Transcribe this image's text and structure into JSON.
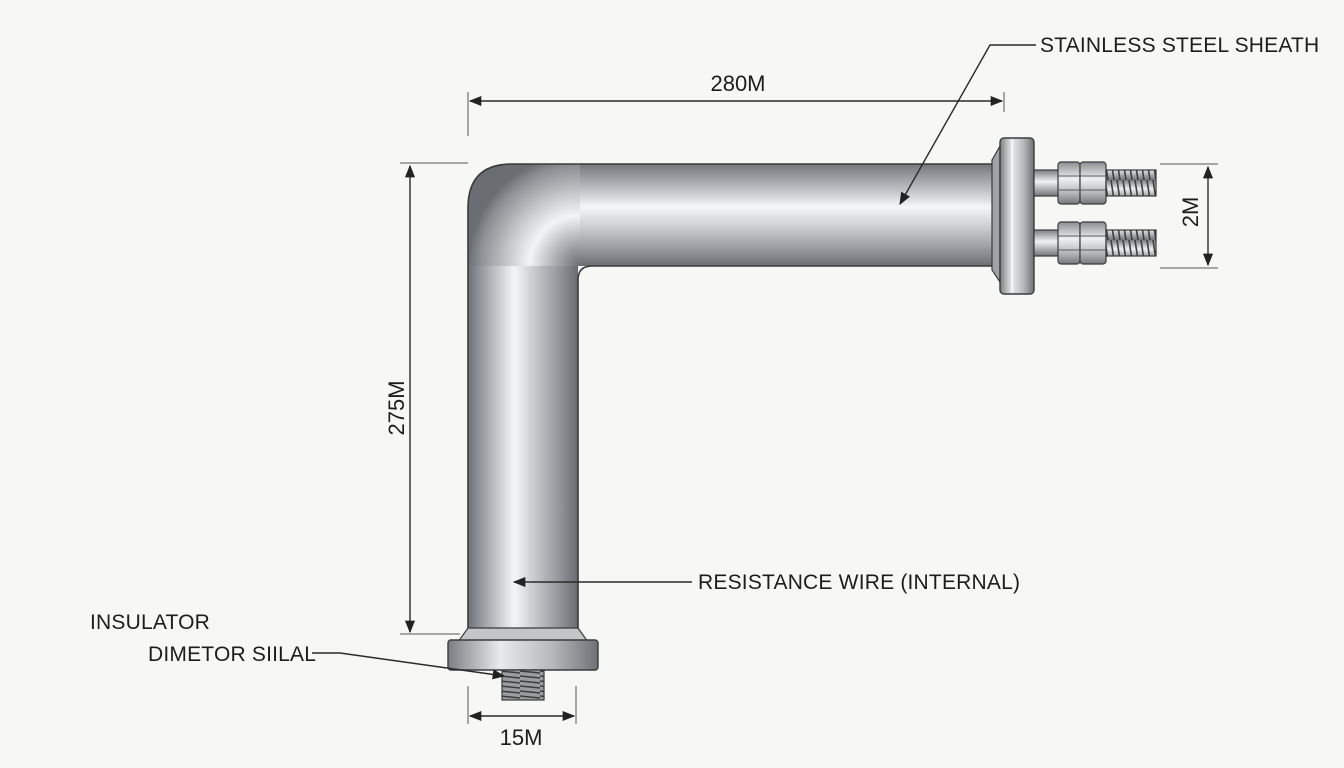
{
  "labels": {
    "sheath": "STAINLESS STEEL SHEATH",
    "wire": "RESISTANCE WIRE (INTERNAL)",
    "insulator_line1": "INSULATOR",
    "insulator_line2": "DIMETOR SIILAL"
  },
  "dimensions": {
    "horizontal_length": "280M",
    "vertical_length": "275M",
    "terminal_spacing": "2M",
    "bottom_diameter": "15M"
  },
  "colors": {
    "background": "#f7f7f6",
    "line": "#2a2a2a",
    "steel_dark": "#8a8d91",
    "steel_light": "#f2f3f4"
  }
}
